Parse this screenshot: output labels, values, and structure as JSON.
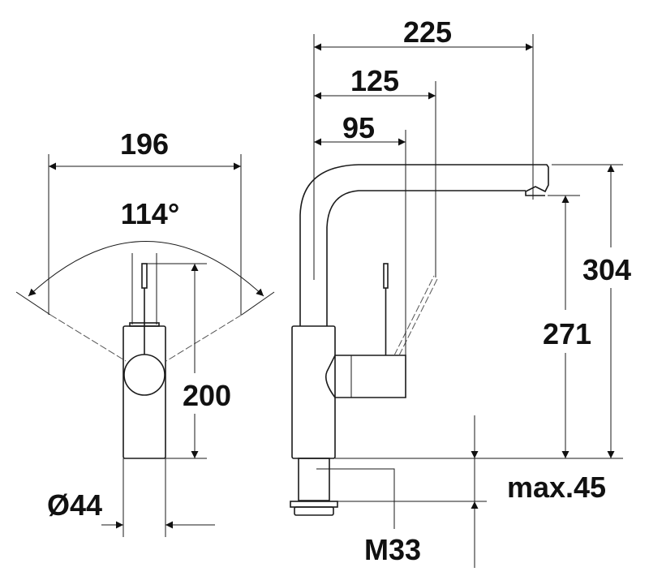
{
  "dimensions": {
    "spout_reach": "225",
    "lever_reach": "125",
    "body_to_lever": "95",
    "swivel_width": "196",
    "swivel_angle": "114°",
    "front_height": "200",
    "body_diameter": "Ø44",
    "total_height": "304",
    "outlet_height": "271",
    "max_deck_thickness": "max.45",
    "thread": "M33"
  }
}
